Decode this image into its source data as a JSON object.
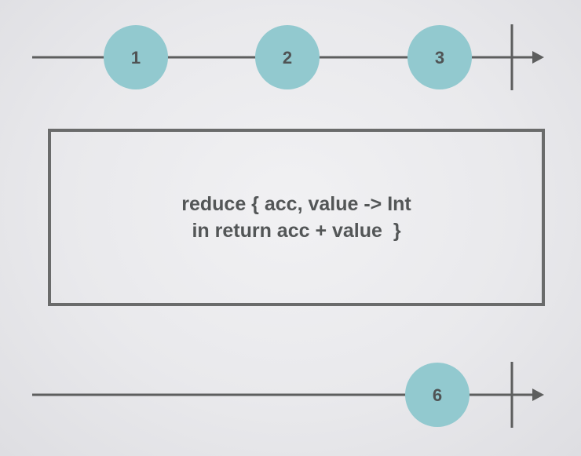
{
  "colors": {
    "line": "#5d5e5e",
    "marble_fill": "#92c9cf",
    "marble_text": "#4f5354",
    "box_border": "#6a6b6b",
    "text": "#535657"
  },
  "input_stream": {
    "marbles": [
      "1",
      "2",
      "3"
    ]
  },
  "operator": {
    "line1": "reduce { acc, value -> Int",
    "line2": "in return acc + value  }"
  },
  "output_stream": {
    "marbles": [
      "6"
    ]
  }
}
